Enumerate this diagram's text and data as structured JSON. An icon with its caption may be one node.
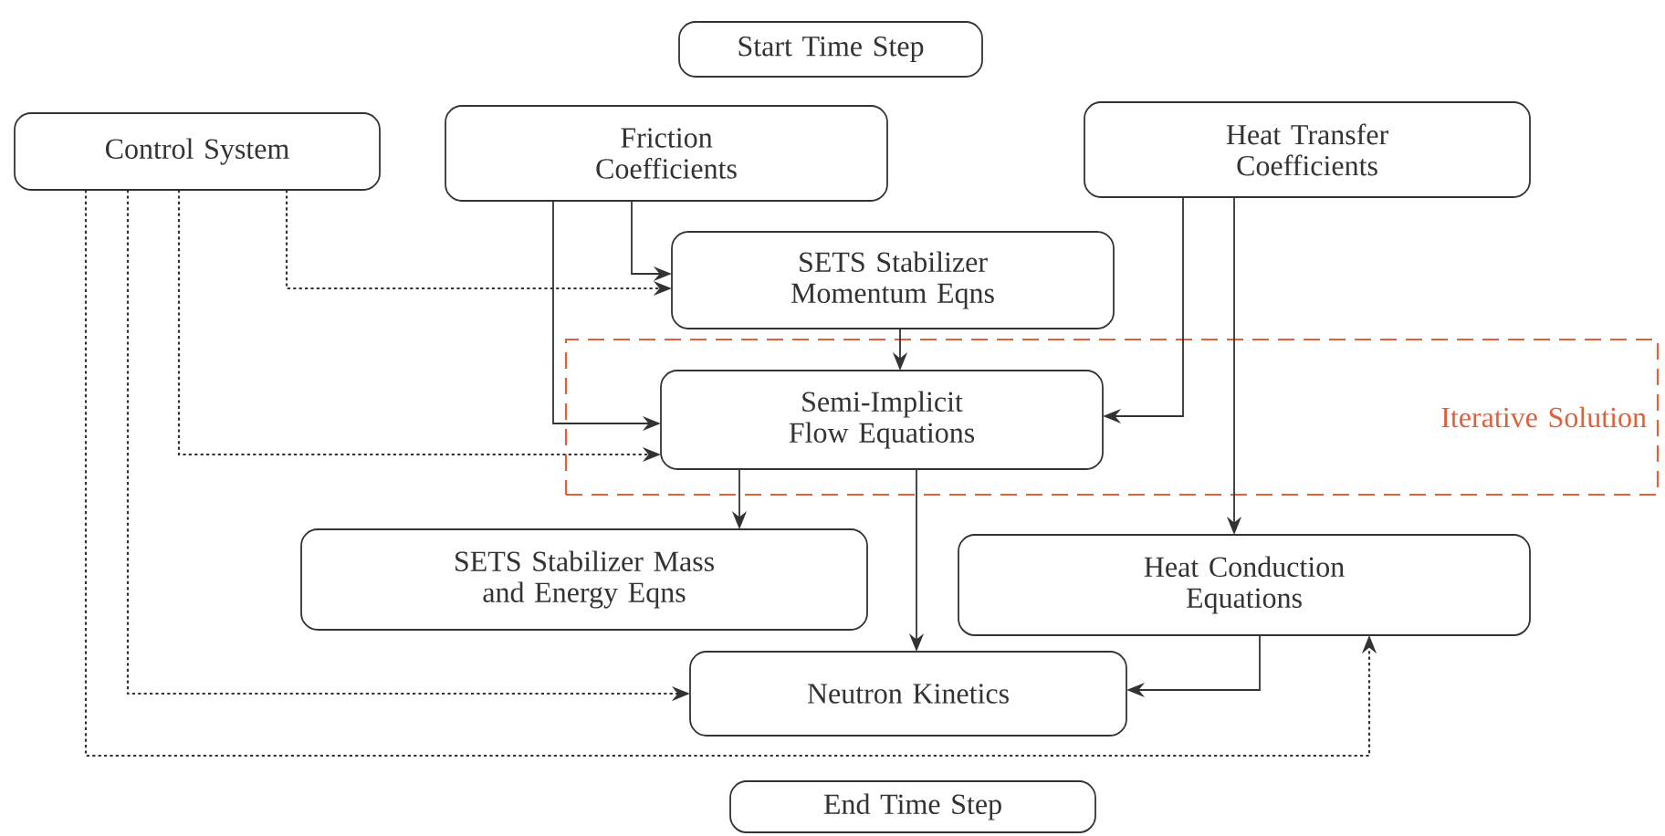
{
  "diagram": {
    "nodes": [
      {
        "text": [
          "Start Time Step"
        ]
      },
      {
        "text": [
          "Control System"
        ]
      },
      {
        "text": [
          "Friction Coefficients"
        ]
      },
      {
        "text": [
          "Heat Transfer Coefficients"
        ]
      },
      {
        "text": [
          "SETS Stabilizer Momentum Eqns"
        ]
      },
      {
        "text": [
          "Iterative Solution"
        ]
      },
      {
        "text": [
          "Semi-Implicit Flow Equations"
        ],
        "in": 5
      },
      {
        "text": [
          "SETS Stabilizer Mass and Energy Eqns"
        ]
      },
      {
        "text": [
          "Heat Conduction Equations"
        ]
      },
      {
        "text": [
          "Neutron Kinetics"
        ]
      },
      {
        "text": [
          "End Time Step"
        ]
      }
    ],
    "edges": [
      {
        "from": 1,
        "to": 4,
        "arrow": "to",
        "style": "dashed"
      },
      {
        "from": 1,
        "to": 6,
        "arrow": "to",
        "style": "dashed"
      },
      {
        "from": 1,
        "to": 9,
        "arrow": "to",
        "style": "dashed"
      },
      {
        "from": 1,
        "to": 8,
        "arrow": "to",
        "style": "dashed"
      },
      {
        "from": 2,
        "to": 4,
        "arrow": "to"
      },
      {
        "from": 2,
        "to": 6,
        "arrow": "to"
      },
      {
        "from": 3,
        "to": 6,
        "arrow": "to"
      },
      {
        "from": 3,
        "to": 8,
        "arrow": "to"
      },
      {
        "from": 4,
        "to": 6,
        "arrow": "to"
      },
      {
        "from": 6,
        "to": 7,
        "arrow": "to"
      },
      {
        "from": 6,
        "to": 9,
        "arrow": "to"
      },
      {
        "from": 8,
        "to": 9,
        "arrow": "to"
      }
    ]
  }
}
